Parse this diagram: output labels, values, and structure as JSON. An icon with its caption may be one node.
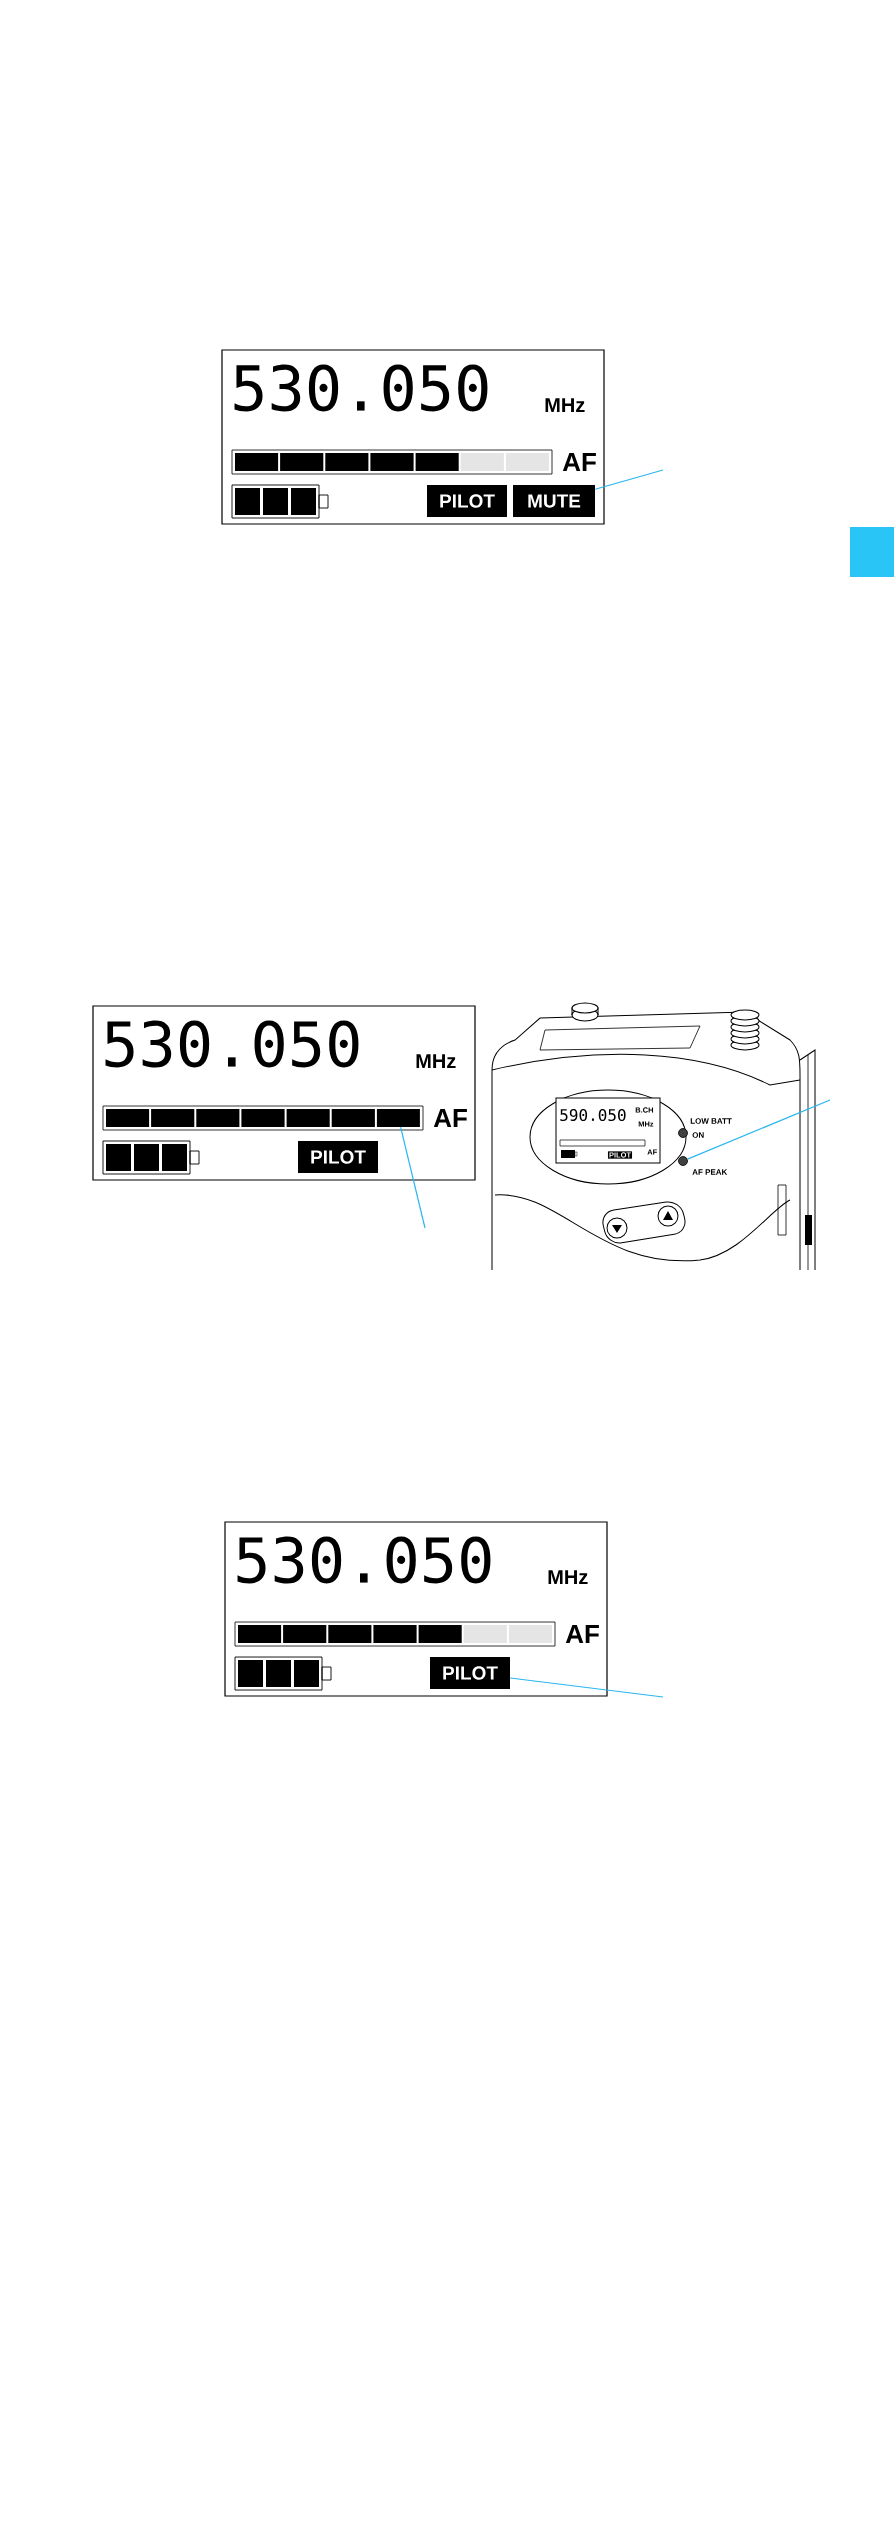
{
  "diagram": {
    "nodes": [
      {
        "text": [
          "PILOT"
        ]
      },
      {
        "text": [
          "MUTE"
        ]
      },
      {
        "text": [],
        "shape": "bar"
      },
      {
        "text": [
          "PILOT"
        ]
      },
      {
        "text": [],
        "shape": "circle"
      },
      {
        "text": [
          "PILOT"
        ]
      }
    ],
    "edges": [
      {
        "from": null,
        "to": 1,
        "arrow": "none"
      },
      {
        "from": null,
        "to": 2,
        "arrow": "none"
      },
      {
        "from": null,
        "to": 4,
        "arrow": "none"
      },
      {
        "from": null,
        "to": 5,
        "arrow": "none"
      }
    ],
    "labels": [
      "530.050",
      "MHz",
      "AF",
      "530.050",
      "MHz",
      "AF",
      "590.050",
      "B.CH",
      "MHz",
      "AF",
      "PILOT",
      "LOW BATT",
      "ON",
      "AF PEAK",
      "530.050",
      "MHz",
      "AF"
    ]
  }
}
